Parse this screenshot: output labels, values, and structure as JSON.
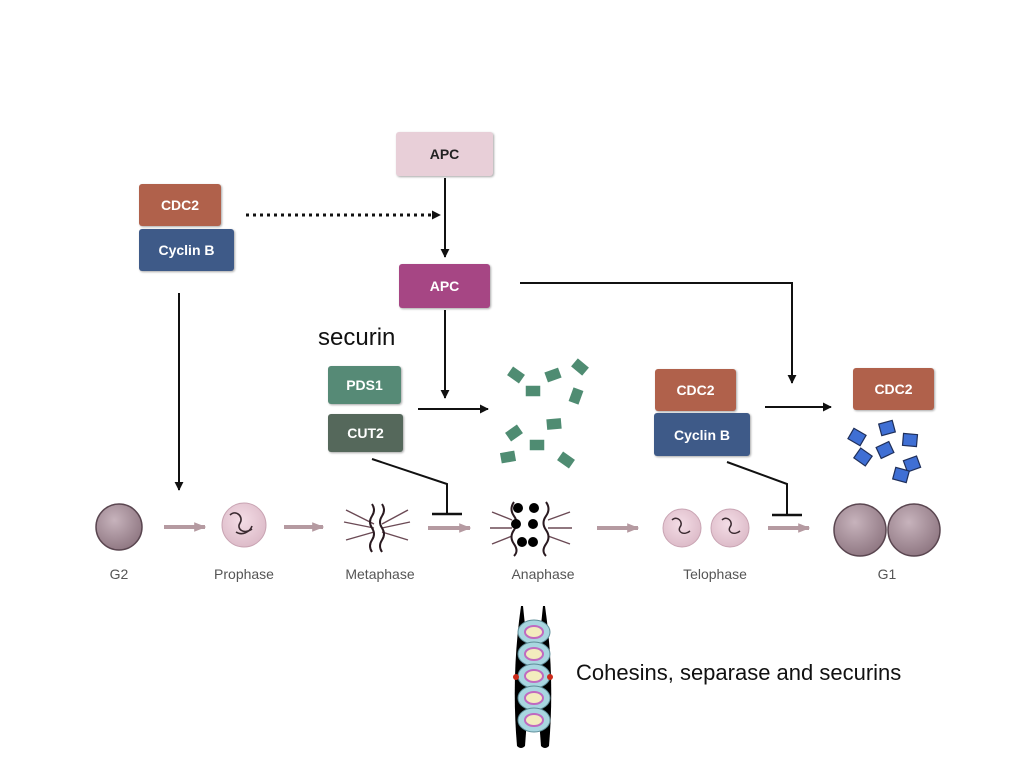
{
  "colors": {
    "apc_inactive": "#e8cfd8",
    "apc_active": "#a64684",
    "cdc2": "#b0614b",
    "cyclin_b": "#3e5a88",
    "pds1": "#568a76",
    "cut2": "#55685b",
    "fragment_green": "#4f8c72",
    "fragment_blue": "#3f6fd4",
    "cell": "#a08a94",
    "phase_arrow": "#b59aa1"
  },
  "boxes": {
    "apc_inactive": "APC",
    "apc_active": "APC",
    "cdc2_left": "CDC2",
    "cyclin_b_left": "Cyclin B",
    "pds1": "PDS1",
    "cut2": "CUT2",
    "cdc2_mid": "CDC2",
    "cyclin_b_mid": "Cyclin B",
    "cdc2_right": "CDC2"
  },
  "labels": {
    "securin": "securin",
    "caption": "Cohesins, separase and securins"
  },
  "phases": {
    "g2": "G2",
    "prophase": "Prophase",
    "metaphase": "Metaphase",
    "anaphase": "Anaphase",
    "telophase": "Telophase",
    "g1": "G1"
  }
}
